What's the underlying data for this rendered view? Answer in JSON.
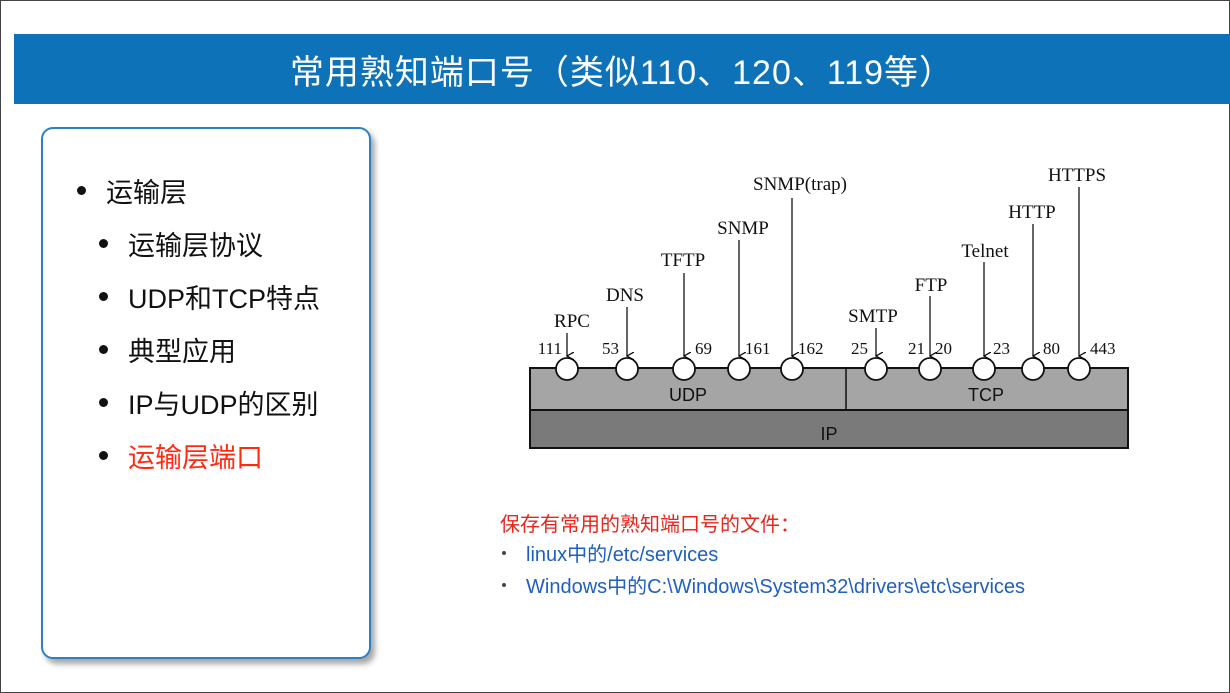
{
  "slide": {
    "title": "常用熟知端口号（类似110、120、119等）"
  },
  "outline": {
    "items": [
      {
        "label": "运输层",
        "level": 1,
        "active": false
      },
      {
        "label": "运输层协议",
        "level": 2,
        "active": false
      },
      {
        "label": "UDP和TCP特点",
        "level": 2,
        "active": false
      },
      {
        "label": "典型应用",
        "level": 2,
        "active": false
      },
      {
        "label": "IP与UDP的区别",
        "level": 2,
        "active": false
      },
      {
        "label": "运输层端口",
        "level": 2,
        "active": true
      }
    ],
    "active_color": "#ff2a10"
  },
  "diagram": {
    "layers": {
      "udp": "UDP",
      "tcp": "TCP",
      "ip": "IP"
    },
    "ports": [
      {
        "name": "RPC",
        "number": "111"
      },
      {
        "name": "DNS",
        "number": "53"
      },
      {
        "name": "TFTP",
        "number": "69"
      },
      {
        "name": "SNMP",
        "number": "161"
      },
      {
        "name": "SNMP(trap)",
        "number": "162"
      },
      {
        "name": "SMTP",
        "number": "25"
      },
      {
        "name": "FTP",
        "number": "21",
        "number2": "20"
      },
      {
        "name": "Telnet",
        "number": "23"
      },
      {
        "name": "HTTP",
        "number": "80"
      },
      {
        "name": "HTTPS",
        "number": "443"
      }
    ]
  },
  "notes": {
    "heading": "保存有常用的熟知端口号的文件：",
    "items": [
      "linux中的/etc/services",
      "Windows中的C:\\Windows\\System32\\drivers\\etc\\services"
    ],
    "heading_color": "#e8261a",
    "item_color": "#1f5fbf"
  },
  "colors": {
    "title_bar": "#0e72b8",
    "transport_layer": "#a5a5a5",
    "ip_layer": "#7a7a7a"
  }
}
